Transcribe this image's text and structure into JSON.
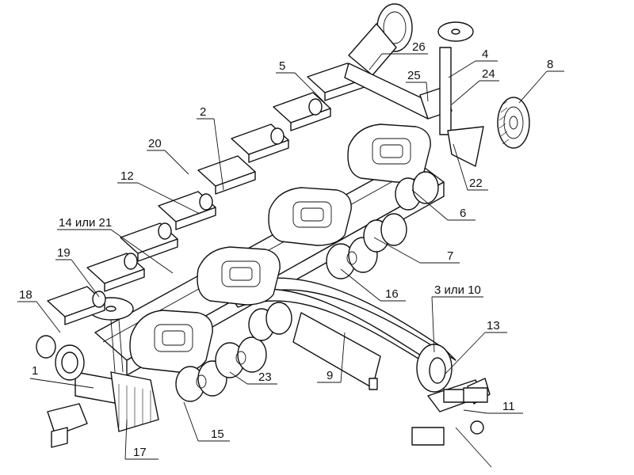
{
  "callouts": [
    {
      "id": "c1",
      "text": "1"
    },
    {
      "id": "c2",
      "text": "2"
    },
    {
      "id": "c3or10",
      "text": "3 или 10"
    },
    {
      "id": "c4",
      "text": "4"
    },
    {
      "id": "c5",
      "text": "5"
    },
    {
      "id": "c6",
      "text": "6"
    },
    {
      "id": "c7",
      "text": "7"
    },
    {
      "id": "c8",
      "text": "8"
    },
    {
      "id": "c9",
      "text": "9"
    },
    {
      "id": "c11",
      "text": "11"
    },
    {
      "id": "c12",
      "text": "12"
    },
    {
      "id": "c13",
      "text": "13"
    },
    {
      "id": "c14or21",
      "text": "14 или 21"
    },
    {
      "id": "c15",
      "text": "15"
    },
    {
      "id": "c16",
      "text": "16"
    },
    {
      "id": "c17",
      "text": "17"
    },
    {
      "id": "c18",
      "text": "18"
    },
    {
      "id": "c19",
      "text": "19"
    },
    {
      "id": "c20",
      "text": "20"
    },
    {
      "id": "c22",
      "text": "22"
    },
    {
      "id": "c23",
      "text": "23"
    },
    {
      "id": "c24",
      "text": "24"
    },
    {
      "id": "c25",
      "text": "25"
    },
    {
      "id": "c26",
      "text": "26"
    }
  ]
}
